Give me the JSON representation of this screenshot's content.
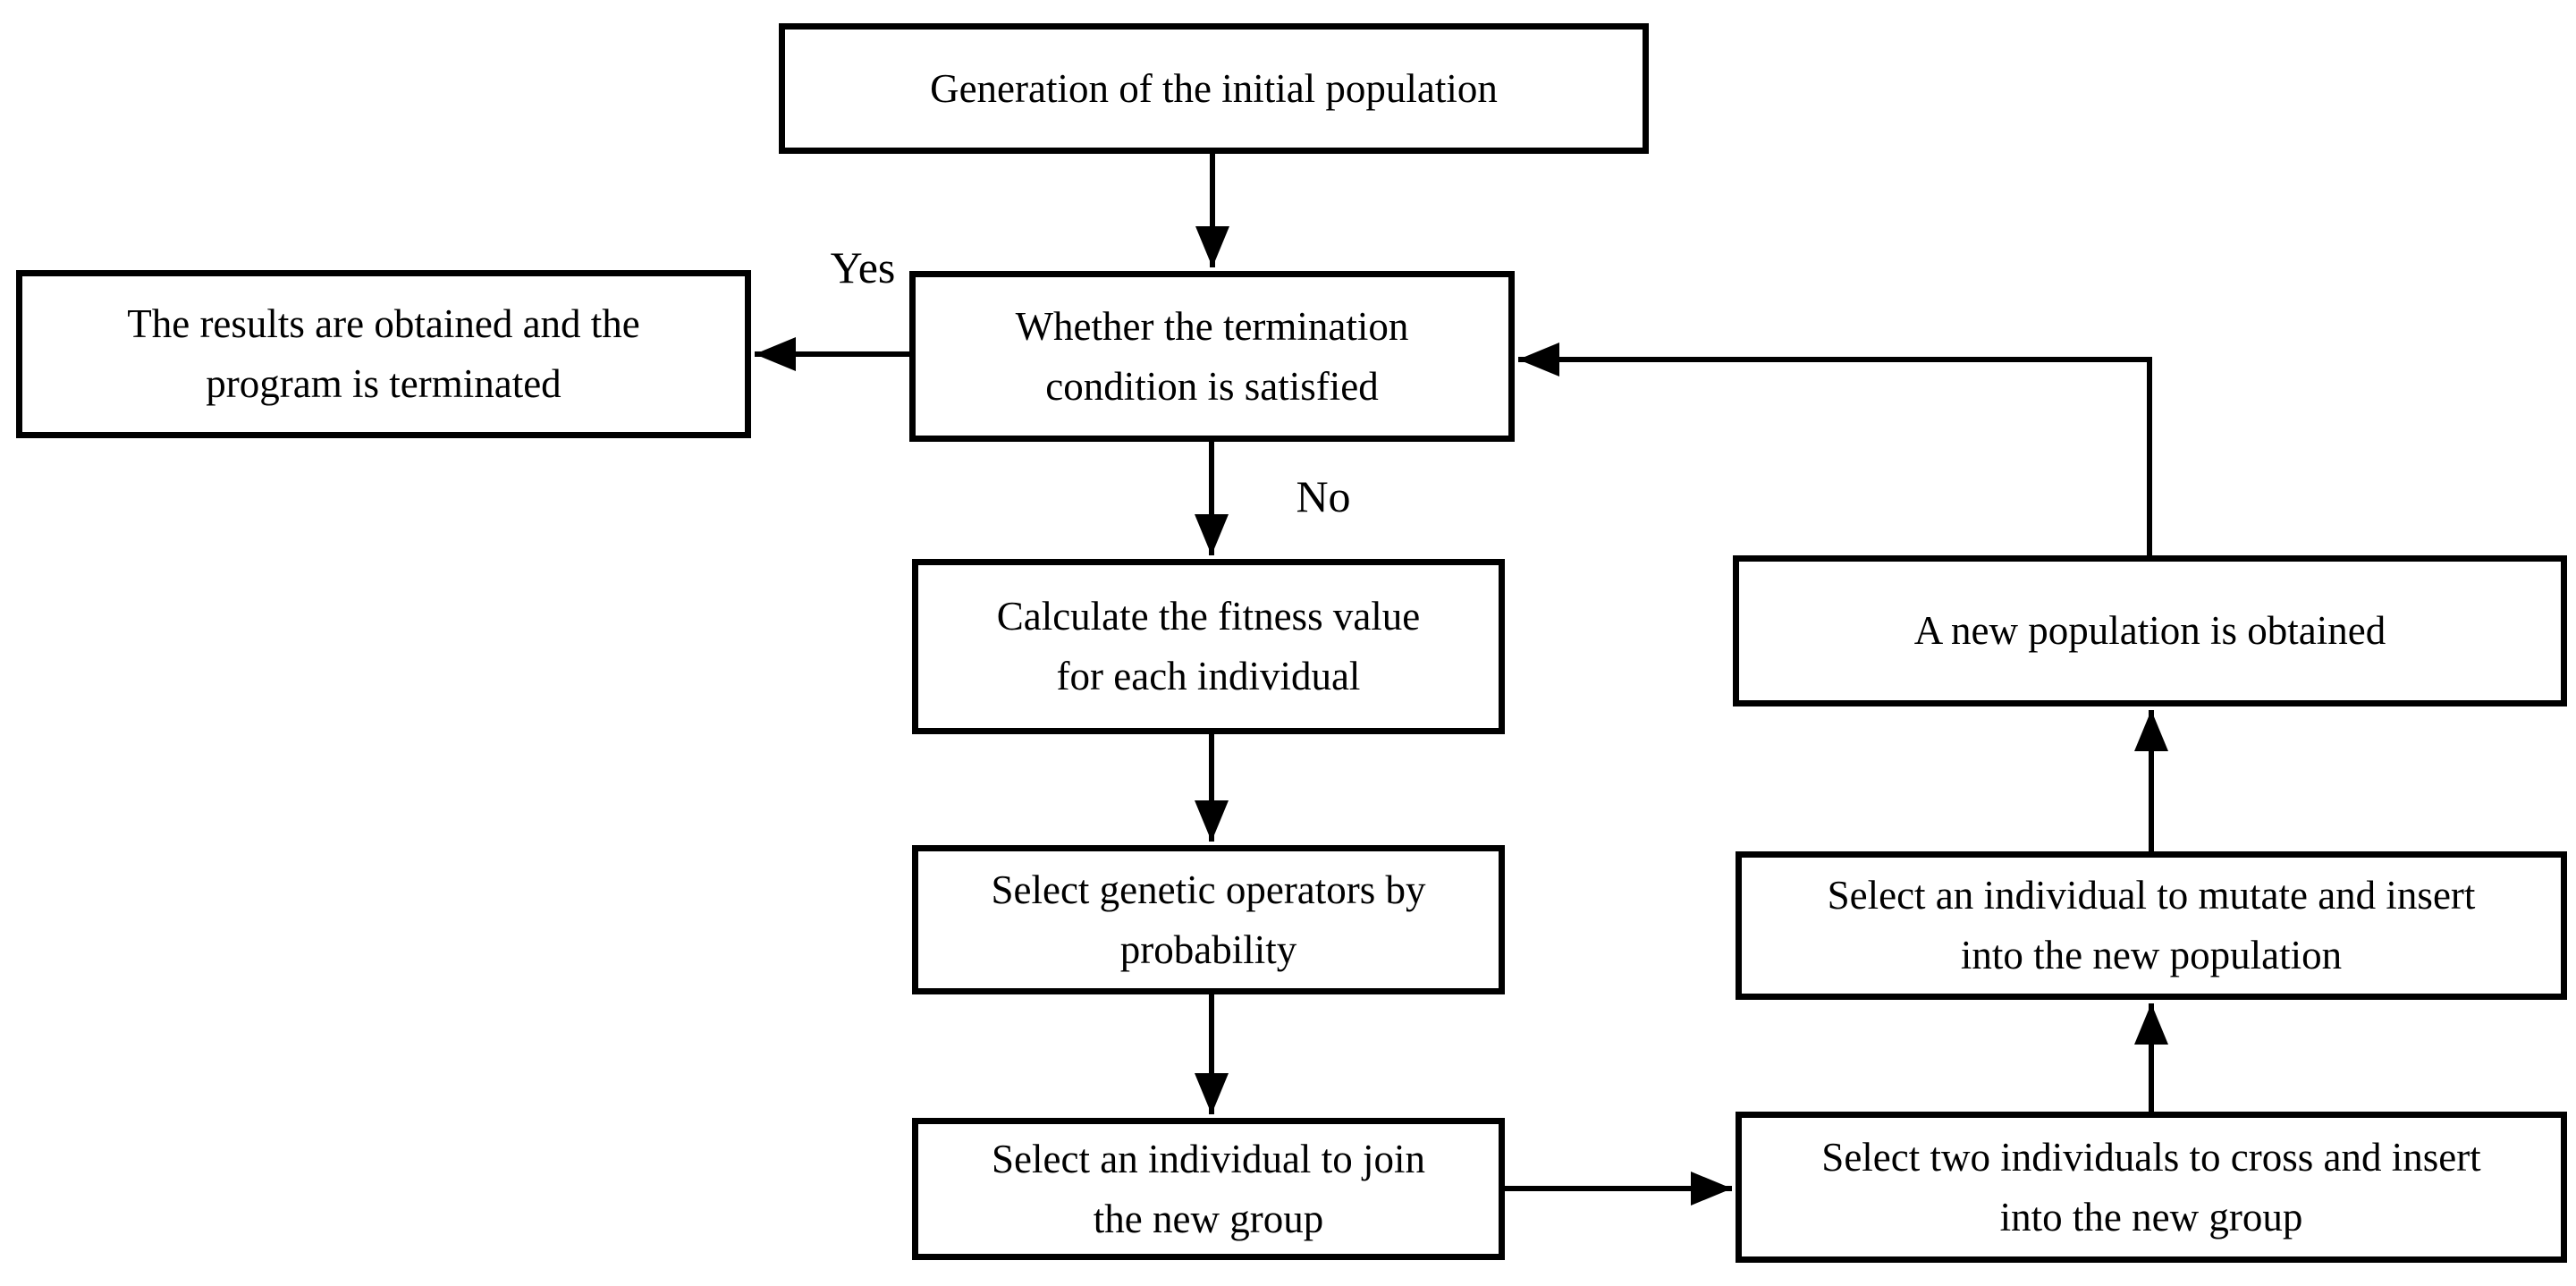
{
  "diagram": {
    "type": "flowchart",
    "topic": "Genetic algorithm flow",
    "colors": {
      "background": "#ffffff",
      "node_fill": "#ffffff",
      "node_border": "#000000",
      "arrow": "#000000",
      "text": "#000000"
    },
    "nodes": [
      {
        "id": "generate",
        "label": "Generation of the initial population"
      },
      {
        "id": "results",
        "label": "The results are obtained and the\nprogram is terminated"
      },
      {
        "id": "termination",
        "label": "Whether the termination\ncondition is satisfied"
      },
      {
        "id": "fitness",
        "label": "Calculate the fitness value\nfor each individual"
      },
      {
        "id": "operators",
        "label": "Select genetic operators by\nprobability"
      },
      {
        "id": "join",
        "label": "Select an individual to join\nthe new group"
      },
      {
        "id": "cross",
        "label": "Select two individuals to cross and insert\ninto the new group"
      },
      {
        "id": "mutate",
        "label": "Select an individual to mutate and insert\ninto the new population"
      },
      {
        "id": "newpop",
        "label": "A new population is obtained"
      }
    ],
    "edge_labels": {
      "yes": "Yes",
      "no": "No"
    },
    "edges": [
      {
        "from": "generate",
        "to": "termination",
        "label": ""
      },
      {
        "from": "termination",
        "to": "results",
        "label": "Yes"
      },
      {
        "from": "termination",
        "to": "fitness",
        "label": "No"
      },
      {
        "from": "fitness",
        "to": "operators",
        "label": ""
      },
      {
        "from": "operators",
        "to": "join",
        "label": ""
      },
      {
        "from": "join",
        "to": "cross",
        "label": ""
      },
      {
        "from": "cross",
        "to": "mutate",
        "label": ""
      },
      {
        "from": "mutate",
        "to": "newpop",
        "label": ""
      },
      {
        "from": "newpop",
        "to": "termination",
        "label": ""
      }
    ]
  }
}
